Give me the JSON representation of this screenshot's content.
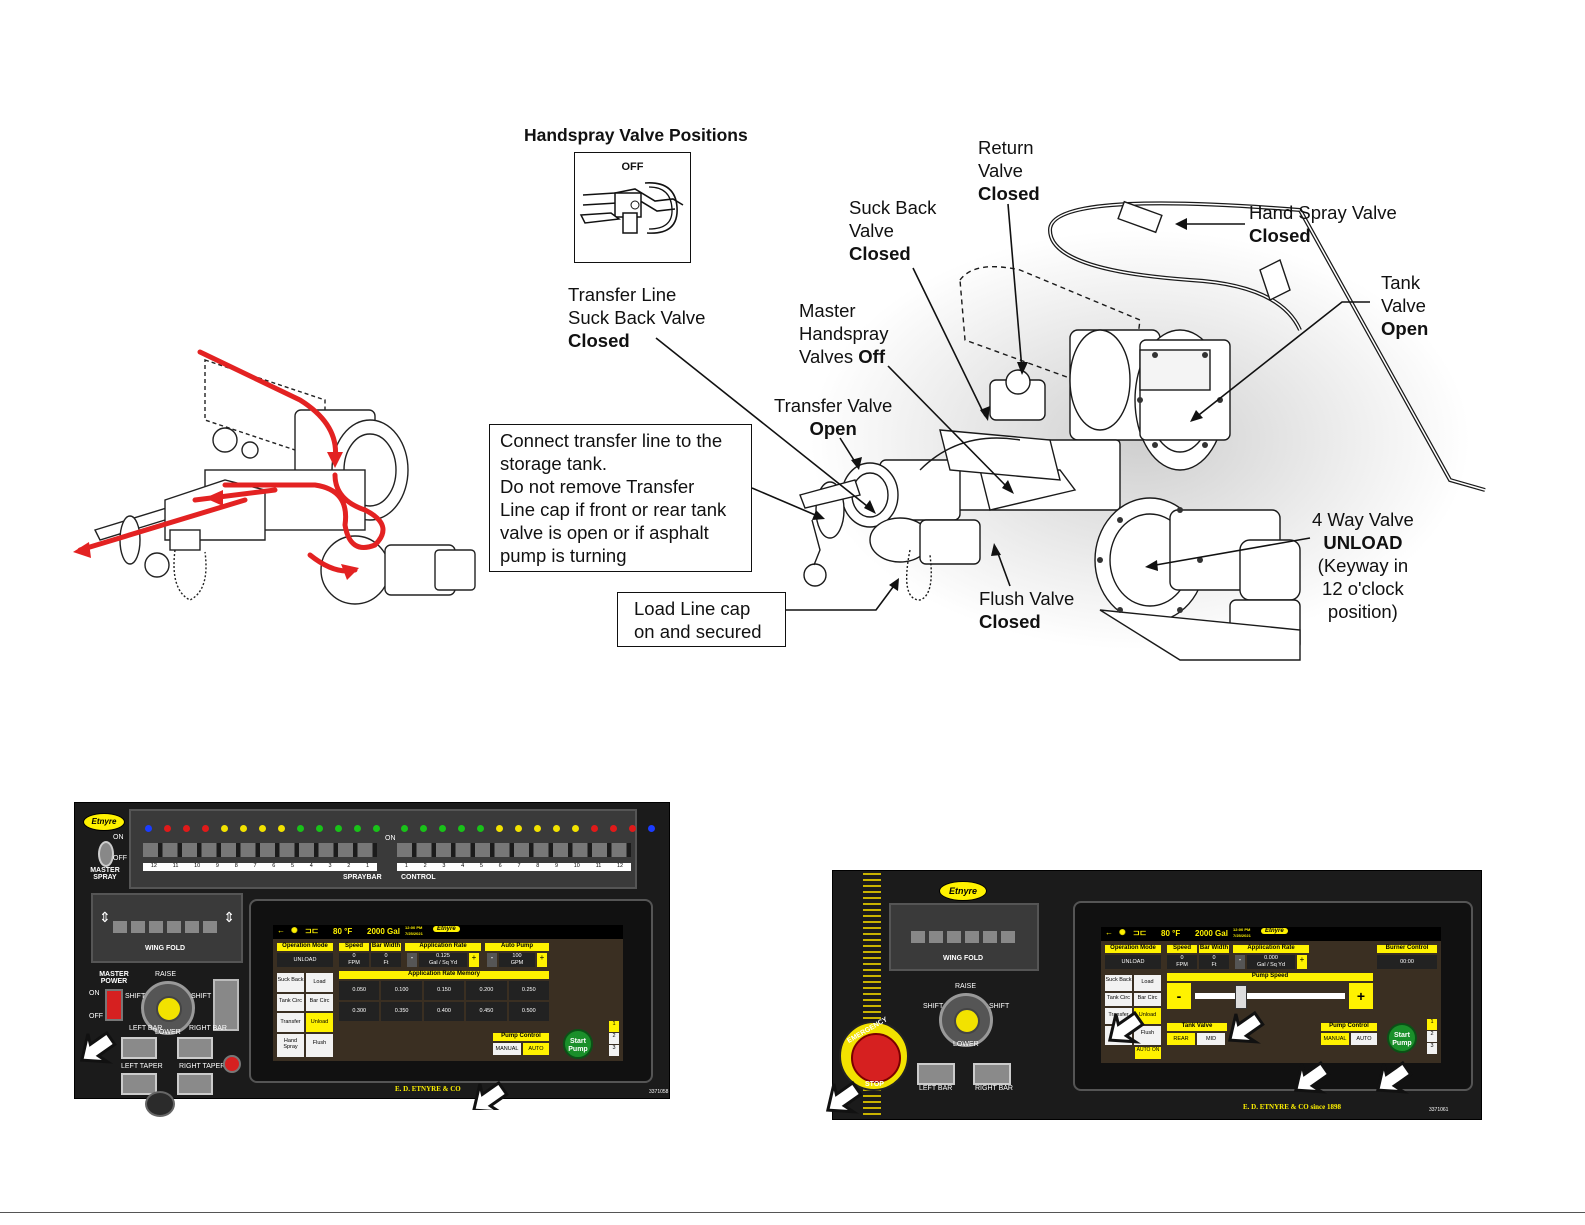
{
  "handspray_title": "Handspray Valve Positions",
  "handspray_off": "OFF",
  "labels": {
    "return_valve": [
      "Return",
      "Valve",
      "Closed"
    ],
    "suck_back_valve": [
      "Suck Back",
      "Valve",
      "Closed"
    ],
    "hand_spray_valve": [
      "Hand Spray Valve",
      "Closed"
    ],
    "tank_valve": [
      "Tank",
      "Valve",
      "Open"
    ],
    "transfer_line_suck_back": [
      "Transfer Line",
      "Suck Back Valve",
      "Closed"
    ],
    "master_handspray": [
      "Master",
      "Handspray",
      "Valves ",
      "Off"
    ],
    "transfer_valve": [
      "Transfer Valve",
      "Open"
    ],
    "connect_note": [
      "Connect transfer line to the",
      "storage tank.",
      "Do not remove Transfer",
      "Line cap if front or rear tank",
      "valve is open or if asphalt",
      "pump is turning"
    ],
    "load_line_cap": [
      "Load Line cap",
      "on and secured"
    ],
    "flush_valve": [
      "Flush Valve",
      "Closed"
    ],
    "four_way_valve": [
      "4 Way Valve",
      "UNLOAD",
      "(Keyway in",
      "12 o'clock",
      "position)"
    ]
  },
  "panel_left": {
    "brand": "Etnyre",
    "master_spray": "MASTER SPRAY",
    "on": "ON",
    "off": "OFF",
    "spraybar_label": "SPRAYBAR",
    "control_label": "CONTROL",
    "left_numbers": [
      "12",
      "11",
      "10",
      "9",
      "8",
      "7",
      "6",
      "5",
      "4",
      "3",
      "2",
      "1"
    ],
    "right_numbers": [
      "1",
      "2",
      "3",
      "4",
      "5",
      "6",
      "7",
      "8",
      "9",
      "10",
      "11",
      "12"
    ],
    "led_colors_left": [
      "#1b3cff",
      "#e01a1a",
      "#e01a1a",
      "#e01a1a",
      "#f2e200",
      "#f2e200",
      "#f2e200",
      "#f2e200",
      "#19c219",
      "#19c219",
      "#19c219",
      "#19c219",
      "#19c219"
    ],
    "led_colors_right": [
      "#19c219",
      "#19c219",
      "#19c219",
      "#19c219",
      "#19c219",
      "#f2e200",
      "#f2e200",
      "#f2e200",
      "#f2e200",
      "#f2e200",
      "#e01a1a",
      "#e01a1a",
      "#e01a1a",
      "#1b3cff"
    ],
    "wing_fold": "WING FOLD",
    "master_power": "MASTER POWER",
    "raise": "RAISE",
    "lower": "LOWER",
    "shift_l": "SHIFT",
    "shift_r": "SHIFT",
    "left_bar": "LEFT BAR",
    "right_bar": "RIGHT BAR",
    "left_taper": "LEFT TAPER",
    "right_taper": "RIGHT TAPER",
    "footer": "E. D. ETNYRE & CO",
    "part_no": "3371058",
    "screen": {
      "temp": "80 °F",
      "gallons": "2000 Gal",
      "time": "12:00 PM",
      "date": "7/25/2021",
      "operation_mode": "Operation Mode",
      "mode_value": "UNLOAD",
      "speed": "Speed",
      "speed_val": "0",
      "speed_unit": "FPM",
      "bar_width": "Bar Width",
      "bar_val": "0",
      "bar_unit": "Ft",
      "app_rate": "Application Rate",
      "app_val": "0.125",
      "app_unit": "Gal / Sq Yd",
      "auto_pump": "Auto Pump",
      "auto_val": "100",
      "auto_unit": "GPM",
      "memory_title": "Application Rate Memory",
      "memory_row1": [
        "0.050",
        "0.100",
        "0.150",
        "0.200",
        "0.250"
      ],
      "memory_row2": [
        "0.300",
        "0.350",
        "0.400",
        "0.450",
        "0.500"
      ],
      "modes": [
        "Suck Back",
        "Load",
        "Tank Circ",
        "Bar Circ",
        "Transfer",
        "Unload",
        "Hand Spray",
        "Flush"
      ],
      "pump_control": "Pump Control",
      "manual": "MANUAL",
      "auto": "AUTO",
      "start_pump": "Start Pump",
      "pages": [
        "1",
        "2",
        "3"
      ]
    }
  },
  "panel_right": {
    "brand": "Etnyre",
    "wing_fold": "WING FOLD",
    "emergency": "EMERGENCY",
    "stop": "STOP",
    "raise": "RAISE",
    "lower": "LOWER",
    "shift_l": "SHIFT",
    "shift_r": "SHIFT",
    "left_bar": "LEFT BAR",
    "right_bar": "RIGHT BAR",
    "footer": "E. D. ETNYRE & CO since 1898",
    "part_no": "3371061",
    "screen": {
      "temp": "80 °F",
      "gallons": "2000 Gal",
      "time": "12:00 PM",
      "date": "7/25/2021",
      "operation_mode": "Operation Mode",
      "mode_value": "UNLOAD",
      "speed": "Speed",
      "speed_val": "0",
      "speed_unit": "FPM",
      "bar_width": "Bar Width",
      "bar_val": "0",
      "bar_unit": "Ft",
      "app_rate": "Application Rate",
      "app_val": "0.000",
      "app_unit": "Gal / Sq Yd",
      "burner_control": "Burner Control",
      "burner_val": "00:00",
      "pump_speed": "Pump Speed",
      "minus": "-",
      "plus": "+",
      "modes": [
        "Suck Back",
        "Load",
        "Tank Circ",
        "Bar Circ",
        "Transfer",
        "Unload",
        "Hand Spray",
        "Flush"
      ],
      "tank_valve": "Tank Valve",
      "rear": "REAR",
      "mid": "MID",
      "auto_on": "AUTO ON",
      "pump_control": "Pump Control",
      "manual": "MANUAL",
      "auto": "AUTO",
      "start_pump": "Start Pump",
      "pages": [
        "1",
        "2",
        "3"
      ]
    }
  }
}
